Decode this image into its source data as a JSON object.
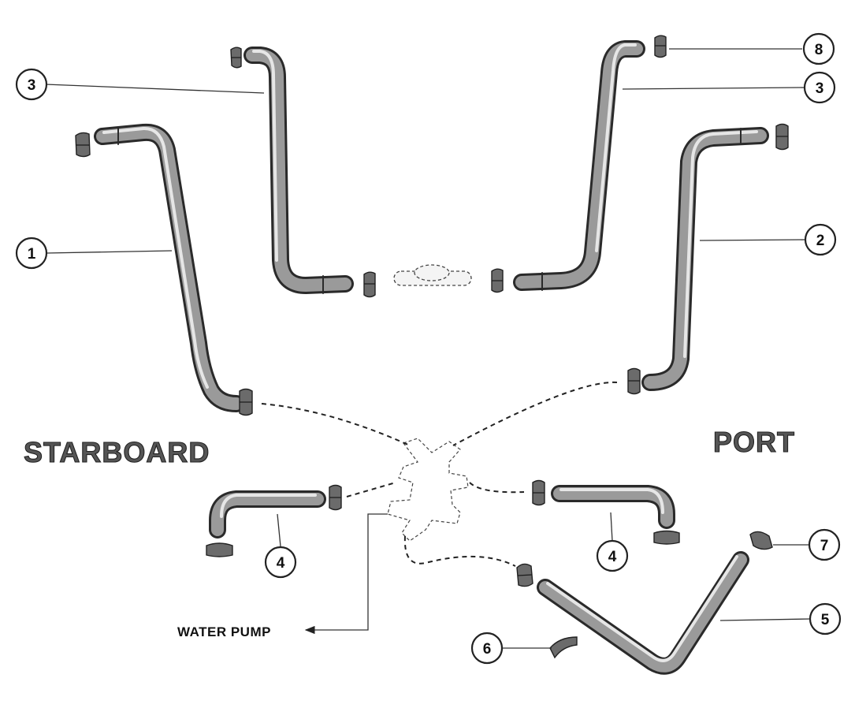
{
  "labels": {
    "starboard": "STARBOARD",
    "port": "PORT",
    "water_pump": "WATER PUMP"
  },
  "callouts": {
    "c1": "1",
    "c2": "2",
    "c3_left": "3",
    "c3_right": "3",
    "c4_left": "4",
    "c4_right": "4",
    "c5": "5",
    "c6": "6",
    "c7": "7",
    "c8": "8"
  }
}
